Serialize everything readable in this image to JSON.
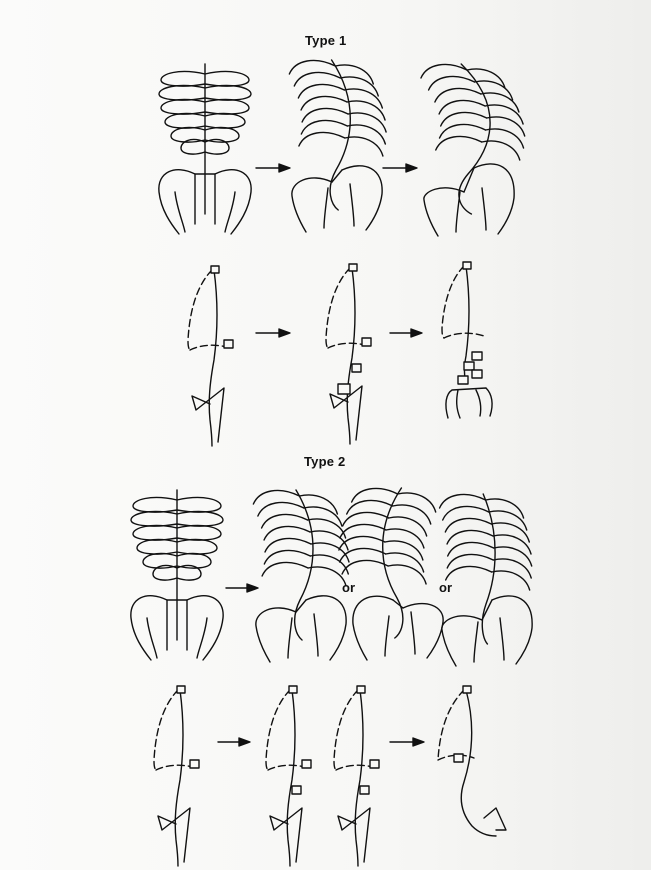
{
  "titles": {
    "type1": "Type 1",
    "type2": "Type 2"
  },
  "connectors": {
    "or": "or"
  },
  "colors": {
    "ink": "#111111",
    "paper": "#f7f7f5"
  }
}
